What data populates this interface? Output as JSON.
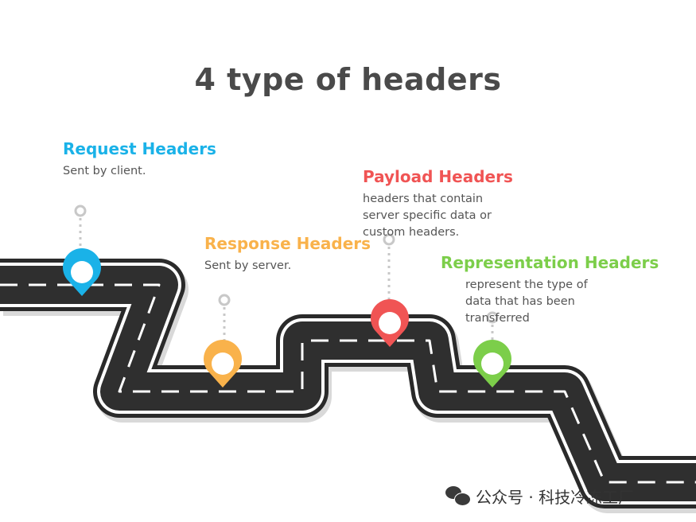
{
  "title": "4 type of headers",
  "headers": [
    {
      "label": "Request Headers",
      "description": "Sent by client.",
      "color": "#1ab2e8"
    },
    {
      "label": "Response Headers",
      "description": "Sent by server.",
      "color": "#f9b24b"
    },
    {
      "label": "Payload Headers",
      "description": "headers that contain\nserver specific data or\ncustom headers.",
      "color": "#f05454"
    },
    {
      "label": "Representation Headers",
      "description": "represent the type of\ndata that has been\ntransferred",
      "color": "#7cce4a"
    }
  ],
  "footer": {
    "icon": "wechat-icon",
    "text": "公众号 · 科技冷冻工厂"
  }
}
